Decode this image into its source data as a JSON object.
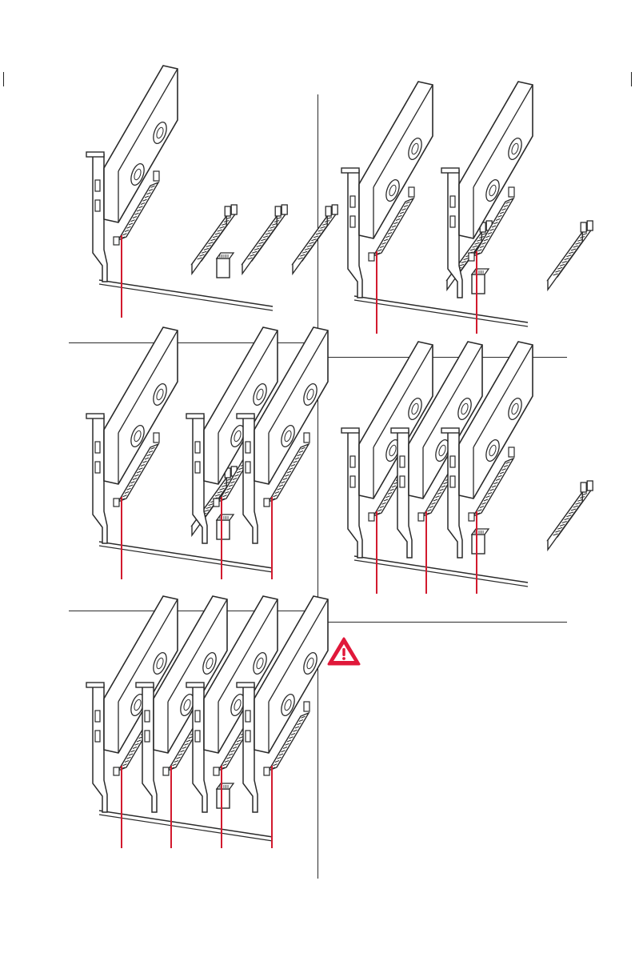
{
  "page": {
    "caution": {
      "icon": "warning-triangle-icon",
      "color": "#e0183a"
    }
  },
  "figures": [
    {
      "id": "config-1-card",
      "cards": 1
    },
    {
      "id": "config-2-cards",
      "cards": 2
    },
    {
      "id": "config-3-cards-spread",
      "cards": 3
    },
    {
      "id": "config-3-cards-adjacent",
      "cards": 3
    },
    {
      "id": "config-4-cards",
      "cards": 4
    }
  ],
  "colors": {
    "lead_line": "#d21a2e",
    "ink": "#2a2a2a",
    "paper": "#ffffff"
  }
}
